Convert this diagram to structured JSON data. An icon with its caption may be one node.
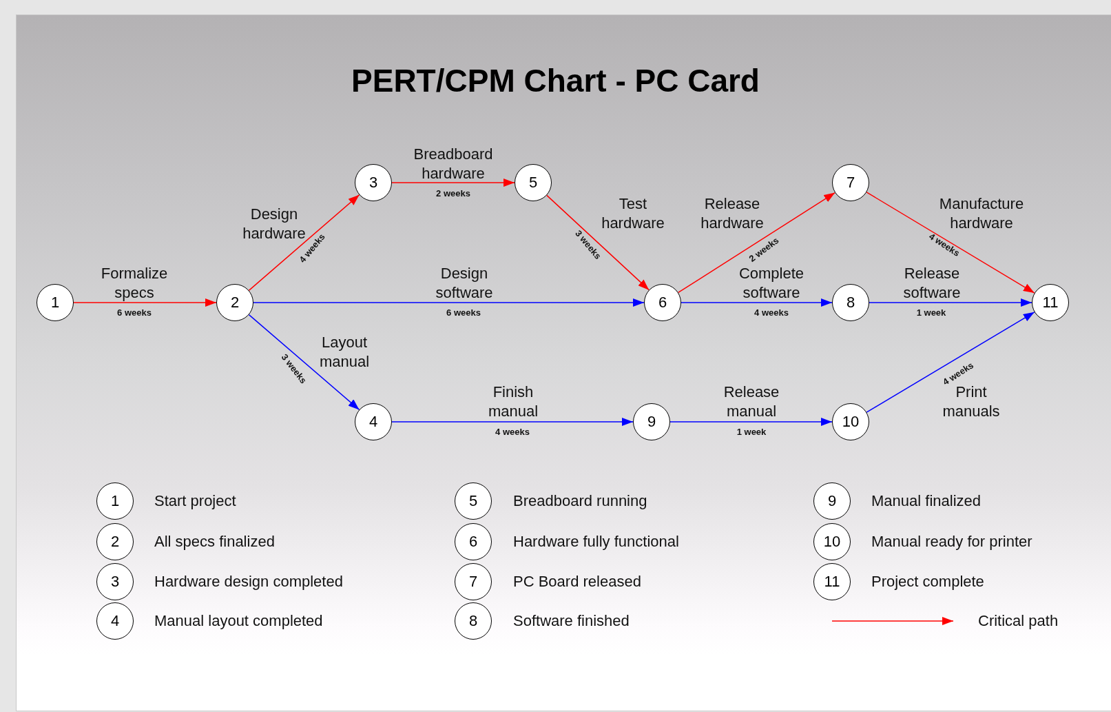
{
  "diagram": {
    "title": "PERT/CPM Chart - PC Card",
    "nodes": [
      {
        "text": [
          "1"
        ]
      },
      {
        "text": [
          "2"
        ]
      },
      {
        "text": [
          "3"
        ]
      },
      {
        "text": [
          "5"
        ]
      },
      {
        "text": [
          "6"
        ]
      },
      {
        "text": [
          "7"
        ]
      },
      {
        "text": [
          "8"
        ]
      },
      {
        "text": [
          "11"
        ]
      },
      {
        "text": [
          "4"
        ]
      },
      {
        "text": [
          "9"
        ]
      },
      {
        "text": [
          "10"
        ]
      },
      {
        "text": [
          "1"
        ],
        "beside": [
          "Start project"
        ]
      },
      {
        "text": [
          "2"
        ],
        "beside": [
          "All specs finalized"
        ]
      },
      {
        "text": [
          "3"
        ],
        "beside": [
          "Hardware design completed"
        ]
      },
      {
        "text": [
          "4"
        ],
        "beside": [
          "Manual layout completed"
        ]
      },
      {
        "text": [
          "5"
        ],
        "beside": [
          "Breadboard running"
        ]
      },
      {
        "text": [
          "6"
        ],
        "beside": [
          "Hardware fully functional"
        ]
      },
      {
        "text": [
          "7"
        ],
        "beside": [
          "PC Board released"
        ]
      },
      {
        "text": [
          "8"
        ],
        "beside": [
          "Software finished"
        ]
      },
      {
        "text": [
          "9"
        ],
        "beside": [
          "Manual finalized"
        ]
      },
      {
        "text": [
          "10"
        ],
        "beside": [
          "Manual ready for printer"
        ]
      },
      {
        "text": [
          "11"
        ],
        "beside": [
          "Project complete"
        ]
      }
    ],
    "edges": [
      {
        "from": 0,
        "to": 1,
        "arrow": "to",
        "label": "Formalize specs",
        "color": "#ff0000"
      },
      {
        "from": 1,
        "to": 2,
        "arrow": "to",
        "label": "Design hardware",
        "color": "#ff0000"
      },
      {
        "from": 1,
        "to": 4,
        "arrow": "to",
        "label": "Design software"
      },
      {
        "from": 1,
        "to": 8,
        "arrow": "to",
        "label": "Layout manual"
      },
      {
        "from": 2,
        "to": 3,
        "arrow": "to",
        "label": "Breadboard hardware",
        "color": "#ff0000"
      },
      {
        "from": 3,
        "to": 4,
        "arrow": "to",
        "label": "Test hardware",
        "color": "#ff0000"
      },
      {
        "from": 4,
        "to": 5,
        "arrow": "to",
        "label": "Release hardware",
        "color": "#ff0000"
      },
      {
        "from": 4,
        "to": 6,
        "arrow": "to",
        "label": "Complete software"
      },
      {
        "from": 5,
        "to": 7,
        "arrow": "to",
        "label": "Manufacture hardware",
        "color": "#ff0000"
      },
      {
        "from": 6,
        "to": 7,
        "arrow": "to",
        "label": "Release software"
      },
      {
        "from": 8,
        "to": 9,
        "arrow": "to",
        "label": "Finish manual"
      },
      {
        "from": 9,
        "to": 10,
        "arrow": "to",
        "label": "Release manual"
      },
      {
        "from": 10,
        "to": 7,
        "arrow": "to",
        "label": "Print manuals"
      }
    ],
    "labels": [
      "6 weeks",
      "4 weeks",
      "6 weeks",
      "3 weeks",
      "2 weeks",
      "3 weeks",
      "2 weeks",
      "4 weeks",
      "4 weeks",
      "1 week",
      "4 weeks",
      "1 week",
      "4 weeks"
    ],
    "legend": [
      {
        "text": "Critical path"
      }
    ]
  }
}
